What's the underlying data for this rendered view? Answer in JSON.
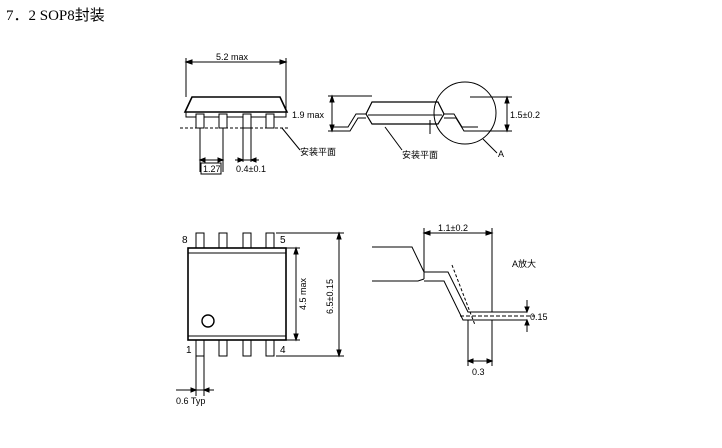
{
  "heading": "7．2 SOP8封装",
  "dims": {
    "body_len": "5.2 max",
    "height": "1.9 max",
    "pitch": "1.27",
    "lead_w": "0.4±0.1",
    "standoff": "1.5±0.2",
    "body_w": "4.5 max",
    "total_w": "6.5±0.15",
    "lead_len": "1.1±0.2",
    "lead_t": "0.15",
    "foot": "0.3",
    "typ": "0.6 Typ"
  },
  "labels": {
    "seating_plane": "安装平面",
    "detail_ref": "A",
    "detail_title": "A放大"
  },
  "pins": {
    "p1": "1",
    "p4": "4",
    "p5": "5",
    "p8": "8"
  }
}
